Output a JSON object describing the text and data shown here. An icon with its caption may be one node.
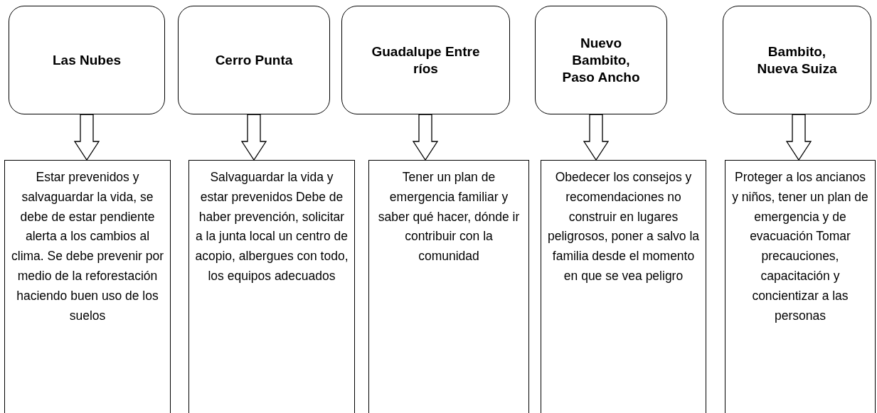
{
  "diagram": {
    "nodes": [
      {
        "text": [
          "Las Nubes"
        ]
      },
      {
        "text": [
          "Cerro Punta"
        ]
      },
      {
        "text": [
          "Guadalupe Entre ríos"
        ]
      },
      {
        "text": [
          "Nuevo Bambito, Paso Ancho"
        ]
      },
      {
        "text": [
          "Bambito, Nueva Suiza"
        ]
      },
      {
        "text": [
          "Estar prevenidos y salvaguardar la vida, se debe de estar pendiente alerta a los cambios al clima. Se debe prevenir por medio de la reforestación haciendo buen uso de los suelos"
        ]
      },
      {
        "text": [
          "Salvaguardar la vida y estar prevenidos Debe de haber prevención, solicitar a la junta local un centro de acopio, albergues con todo, los equipos adecuados"
        ]
      },
      {
        "text": [
          "Tener un plan de emergencia familiar y saber qué hacer, dónde ir contribuir con la comunidad"
        ]
      },
      {
        "text": [
          "Obedecer los consejos y recomendaciones no construir en lugares peligrosos, poner a salvo la familia desde el momento en que se vea peligro"
        ]
      },
      {
        "text": [
          "Proteger a los ancianos y niños, tener un plan de emergencia y de evacuación Tomar precauciones, capacitación y concientizar a las personas"
        ]
      }
    ],
    "edges": [
      {
        "from": 0,
        "to": 5,
        "arrow": "to"
      },
      {
        "from": 1,
        "to": 6,
        "arrow": "to"
      },
      {
        "from": 2,
        "to": 7,
        "arrow": "to"
      },
      {
        "from": 3,
        "to": 8,
        "arrow": "to"
      },
      {
        "from": 4,
        "to": 9,
        "arrow": "to"
      }
    ]
  }
}
